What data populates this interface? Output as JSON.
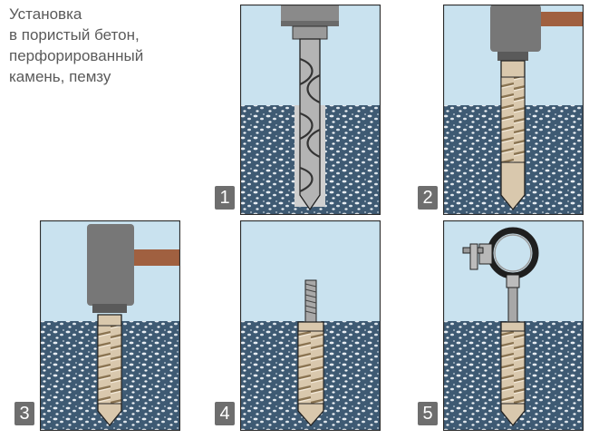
{
  "title": {
    "lines": [
      "Установка",
      "в пористый бетон,",
      "перфорированный",
      "камень, пемзу"
    ]
  },
  "steps": [
    {
      "number": "1",
      "tool": "drill"
    },
    {
      "number": "2",
      "tool": "hammer"
    },
    {
      "number": "3",
      "tool": "hammer"
    },
    {
      "number": "4",
      "tool": "threaded-rod"
    },
    {
      "number": "5",
      "tool": "pipe-clamp"
    }
  ],
  "colors": {
    "sky": "#c9e2ef",
    "concrete": "#3e5a73",
    "plug": "#d9c8ad",
    "frame": "#2b2b2b",
    "hammer_head": "#777777",
    "hammer_handle": "#a06040",
    "badge": "#6e6e6e"
  }
}
